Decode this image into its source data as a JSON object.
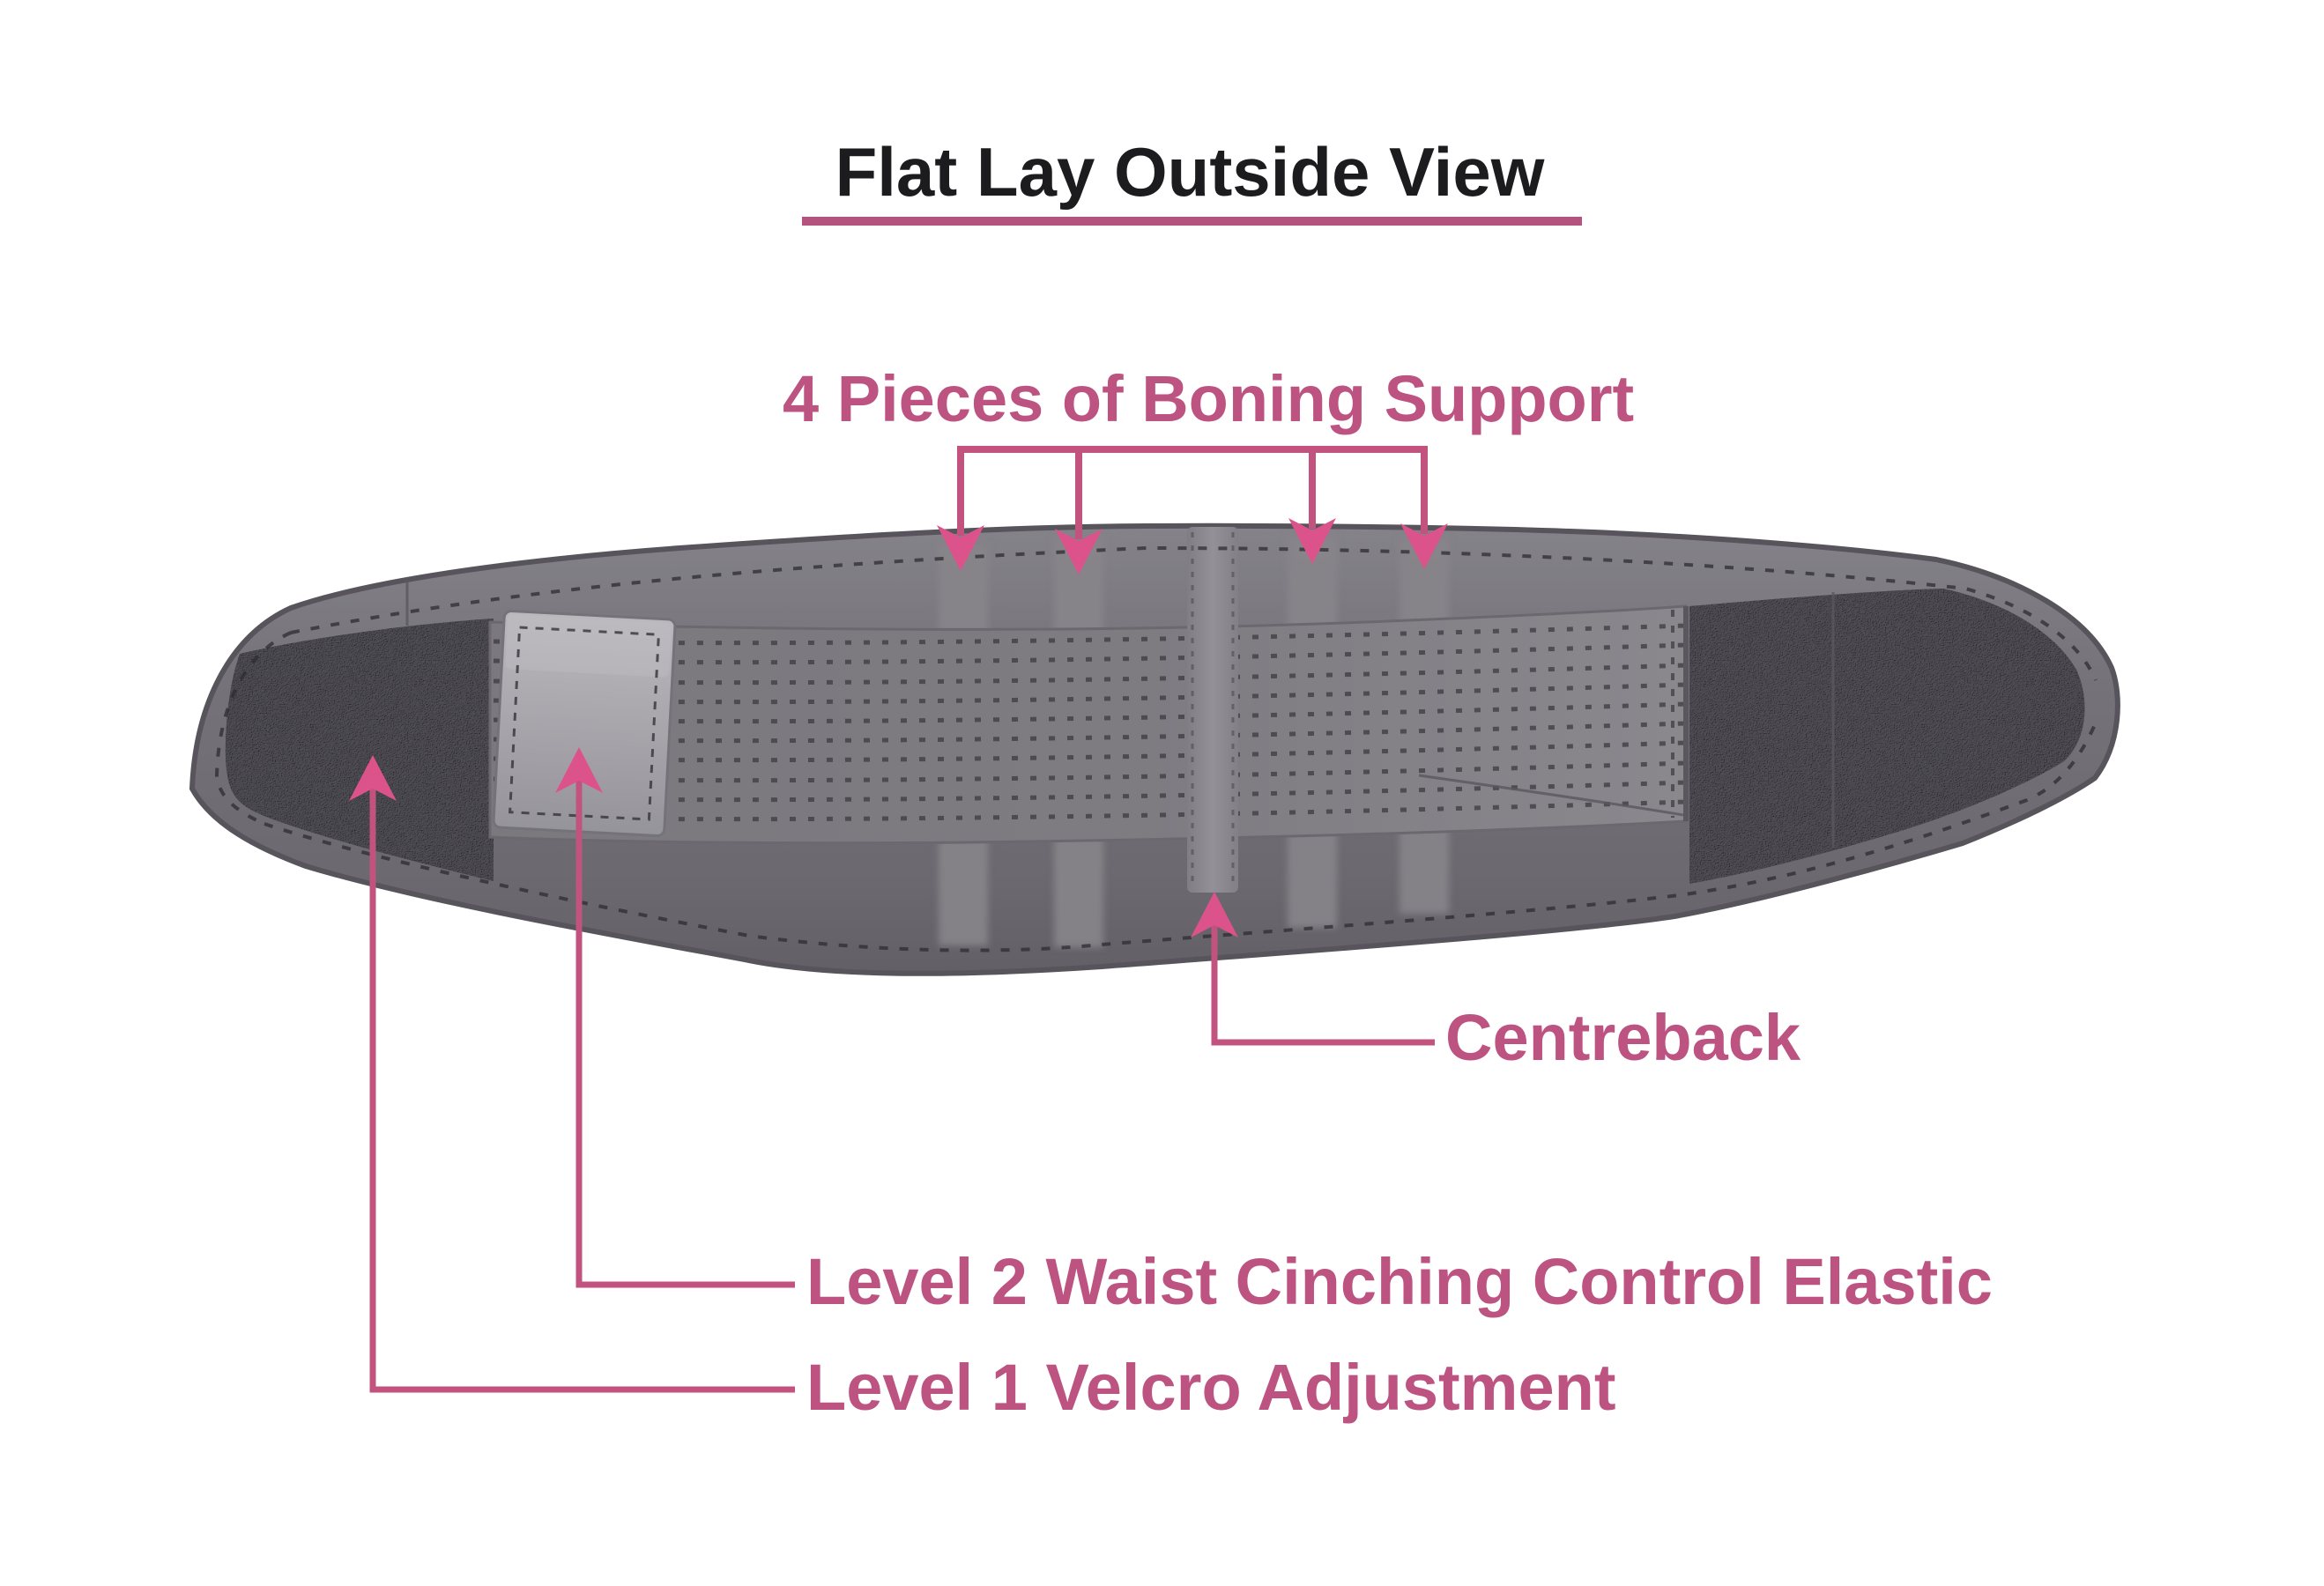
{
  "page": {
    "background": "#ffffff"
  },
  "diagram": {
    "title": "Flat Lay Outside View",
    "callouts": {
      "boning_support": "4 Pieces of Boning Support",
      "centreback": "Centreback",
      "level_2": "Level 2 Waist Cinching Control Elastic",
      "level_1": "Level 1 Velcro Adjustment"
    },
    "boning_pieces_count": 4,
    "colors": {
      "title_text": "#1c1b1e",
      "title_underline": "#b4547e",
      "accent_text": "#bc5380",
      "connector_line": "#c2537f",
      "arrow": "#dc538c",
      "belt_suede": "#757379",
      "velcro": "#454349",
      "elastic": "#7d7b80",
      "centreback_strap": "#8c8a90",
      "label_patch": "#a8a6ab"
    }
  }
}
